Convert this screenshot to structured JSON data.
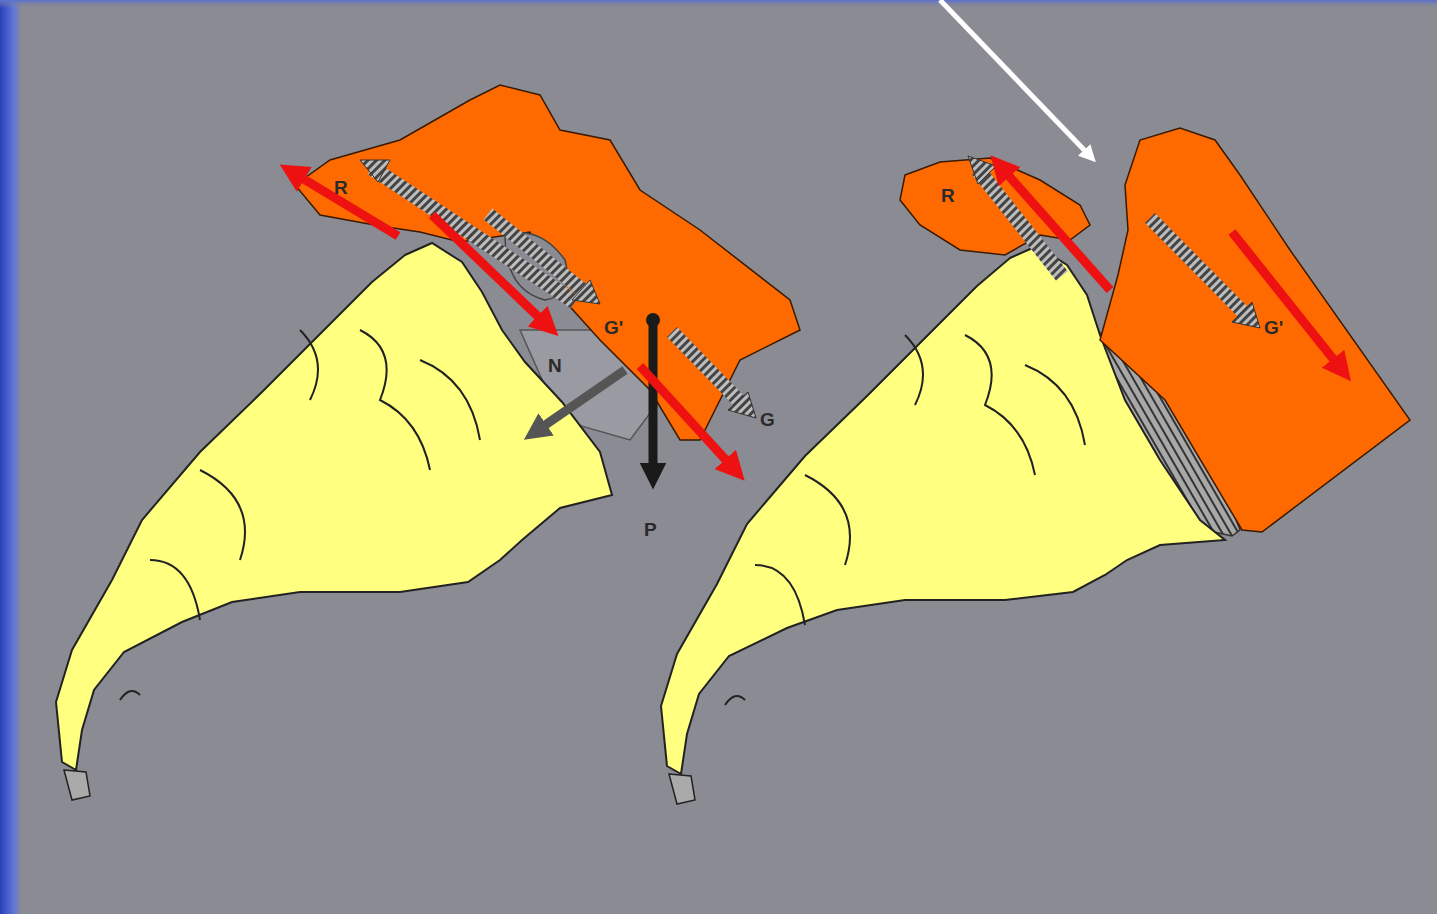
{
  "diagram": {
    "labels": [
      "R",
      "G'",
      "N",
      "G",
      "P",
      "R",
      "G'"
    ]
  }
}
